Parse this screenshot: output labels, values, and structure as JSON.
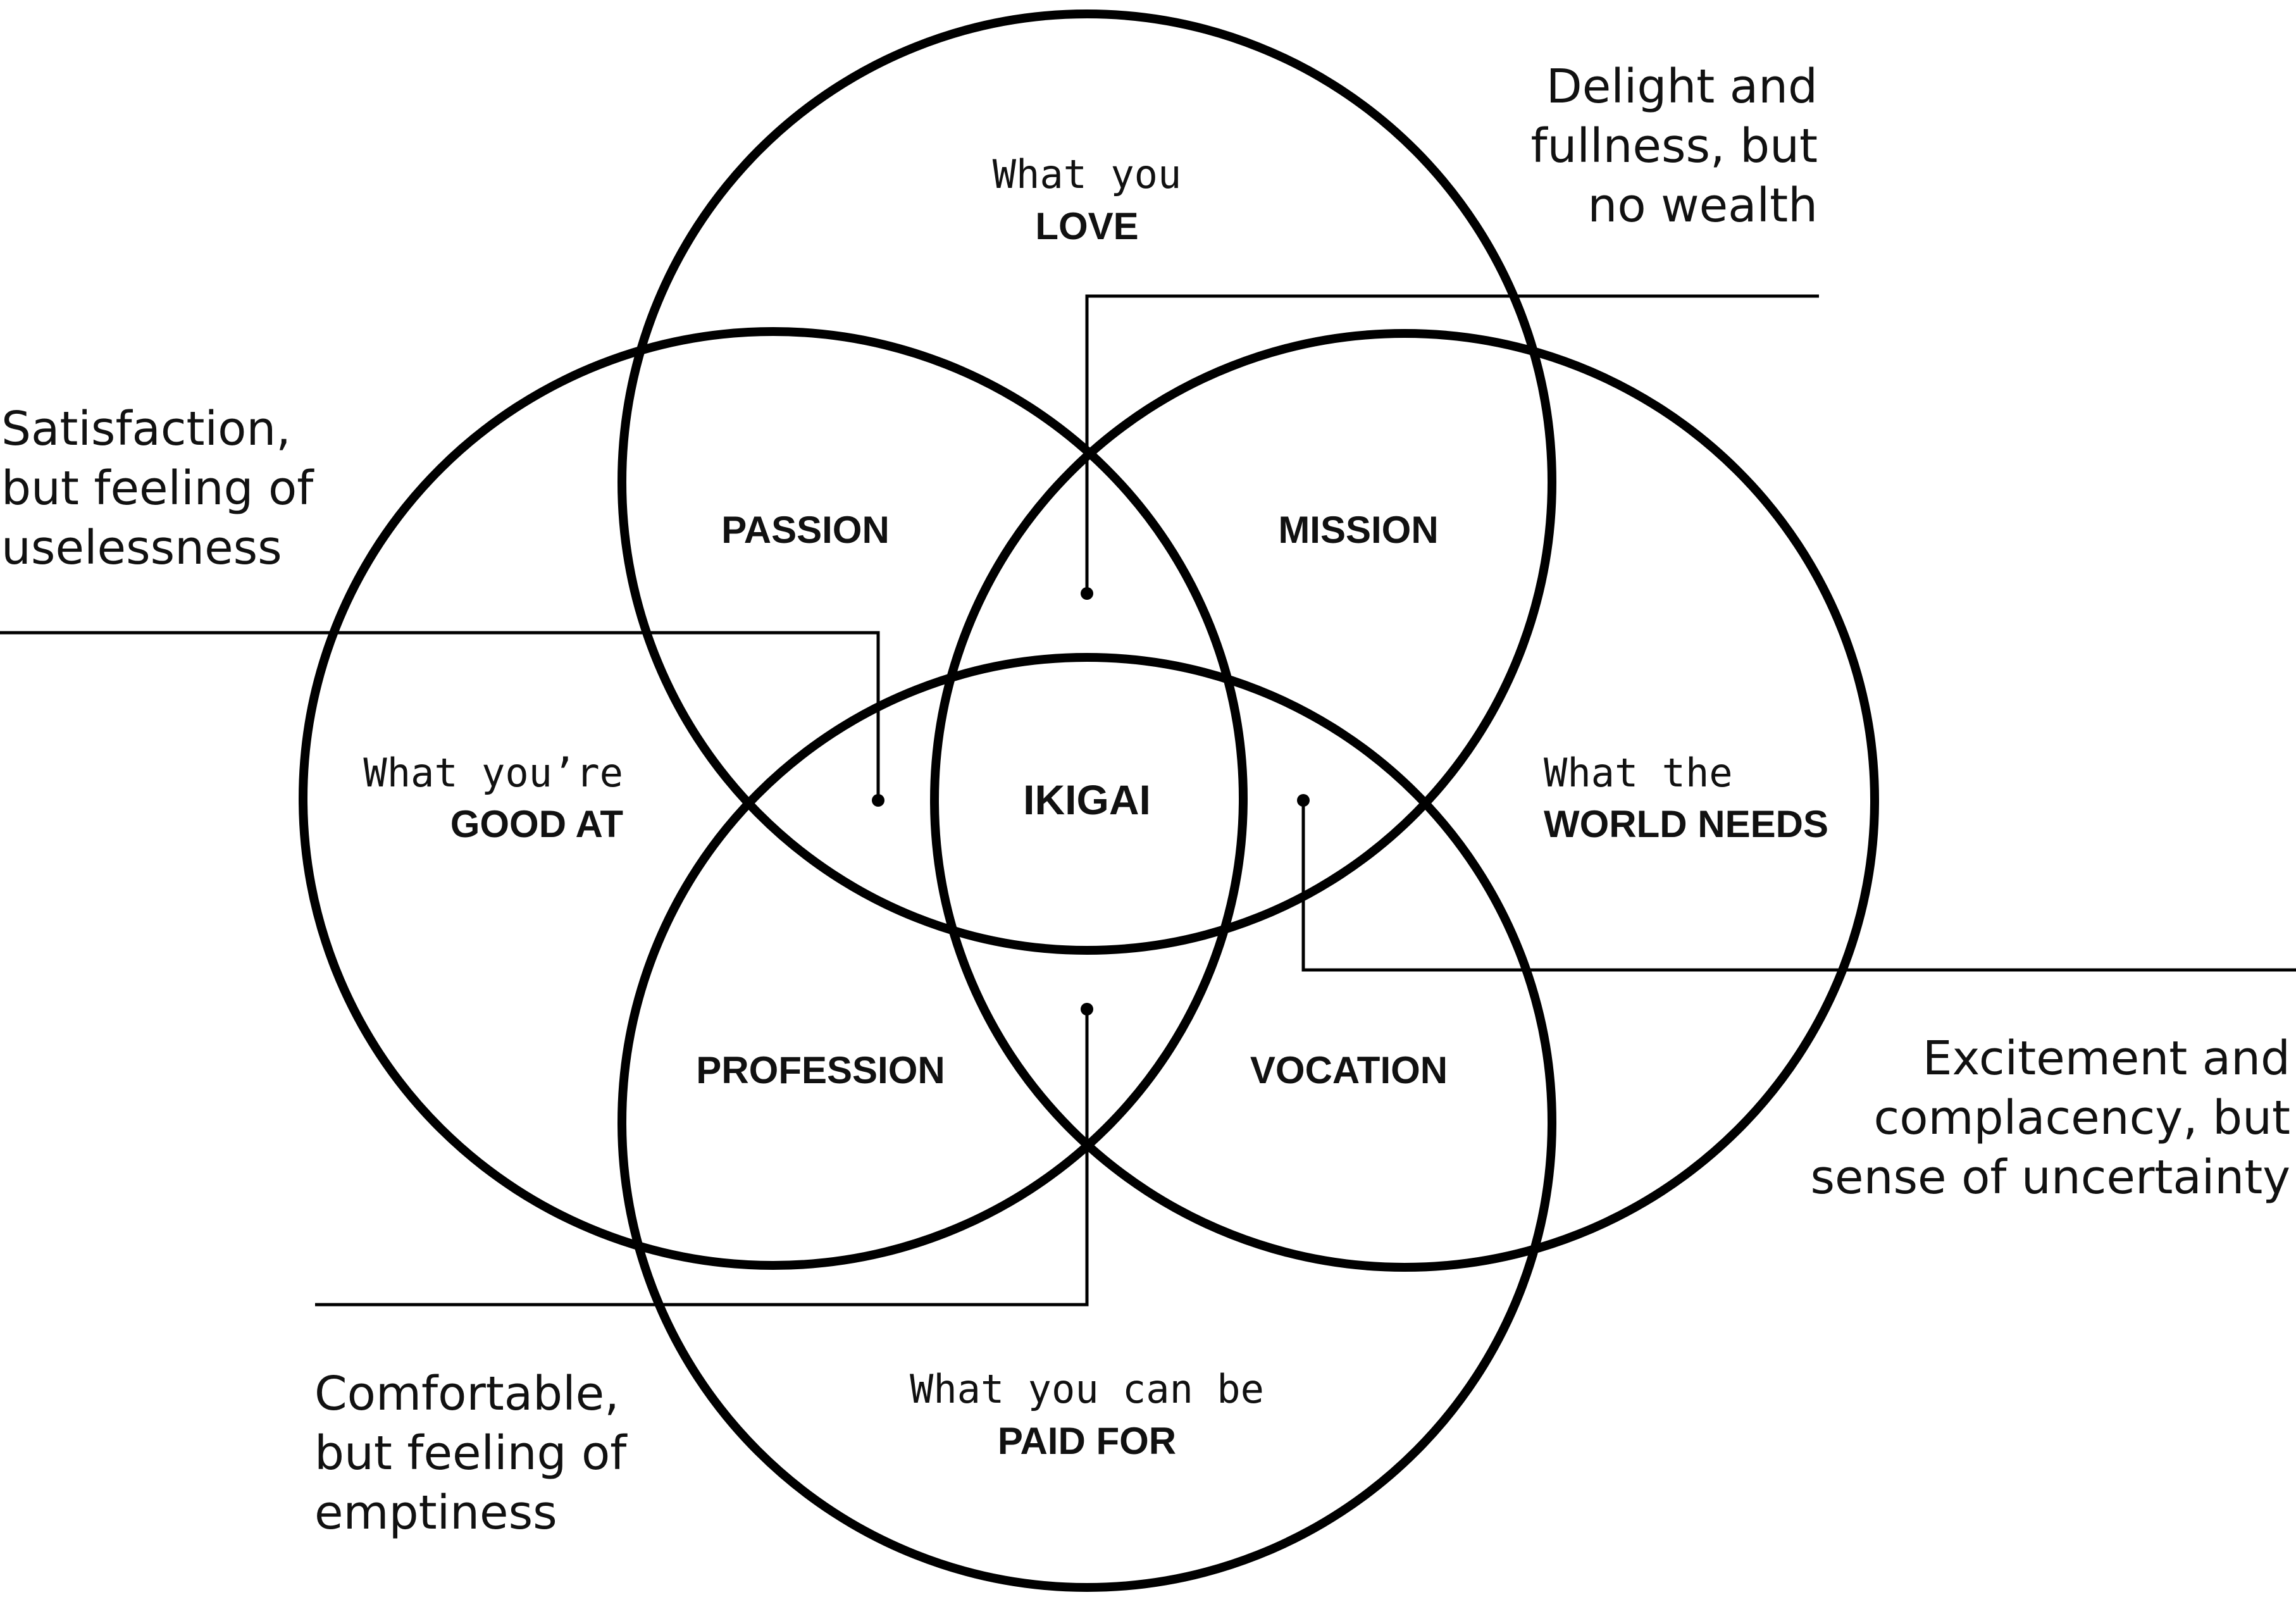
{
  "diagram": {
    "circles": {
      "love": {
        "line1": "What you",
        "line2": "LOVE"
      },
      "good_at": {
        "line1": "What you’re",
        "line2": "GOOD AT"
      },
      "world_needs": {
        "line1": "What the",
        "line2": "WORLD NEEDS"
      },
      "paid_for": {
        "line1": "What you can be",
        "line2": "PAID FOR"
      }
    },
    "intersections": {
      "passion": "PASSION",
      "mission": "MISSION",
      "profession": "PROFESSION",
      "vocation": "VOCATION",
      "center": "IKIGAI"
    },
    "notes": {
      "top_right": [
        "Delight and",
        "fullness, but",
        "no wealth"
      ],
      "left": [
        "Satisfaction,",
        "but feeling of",
        "uselessness"
      ],
      "bottom_left": [
        "Comfortable,",
        "but feeling of",
        "emptiness"
      ],
      "right": [
        "Excitement and",
        "complacency, but",
        "sense of uncertainty"
      ]
    },
    "colors": {
      "stroke": "#000000",
      "text": "#111111",
      "background": "#ffffff"
    }
  }
}
